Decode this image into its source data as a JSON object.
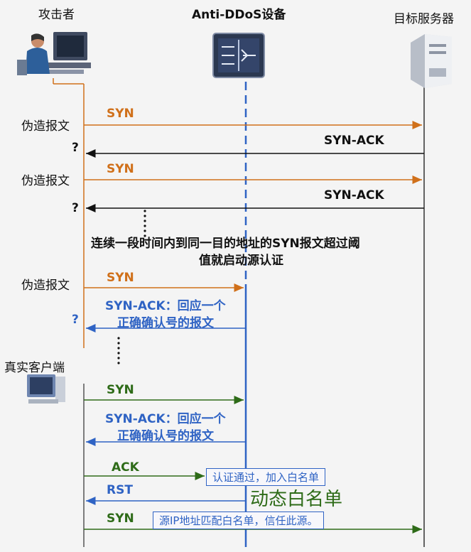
{
  "headers": {
    "attacker": "攻击者",
    "device": "Anti-DDoS设备",
    "server": "目标服务器"
  },
  "left_labels": {
    "fake1": "伪造报文",
    "q1": "?",
    "fake2": "伪造报文",
    "q2": "?",
    "fake3": "伪造报文",
    "q3": "?",
    "client": "真实客户端"
  },
  "messages": {
    "syn1": "SYN",
    "synack1": "SYN-ACK",
    "syn2": "SYN",
    "synack2": "SYN-ACK",
    "syn3": "SYN",
    "synack3_l1": "SYN-ACK：回应一个",
    "synack3_l2": "正确确认号的报文",
    "syn4": "SYN",
    "synack4_l1": "SYN-ACK：回应一个",
    "synack4_l2": "正确确认号的报文",
    "ack": "ACK",
    "rst": "RST",
    "syn5": "SYN"
  },
  "note": {
    "line1": "连续一段时间内到同一目的地址的SYN报文超过阈",
    "line2": "值就启动源认证"
  },
  "boxes": {
    "auth": "认证通过，加入白名单",
    "trust": "源IP地址匹配白名单，信任此源。"
  },
  "whitelist": "动态白名单",
  "colors": {
    "orange": "#d0701a",
    "blue": "#2f63c4",
    "green": "#2e6b18",
    "black": "#111111"
  }
}
